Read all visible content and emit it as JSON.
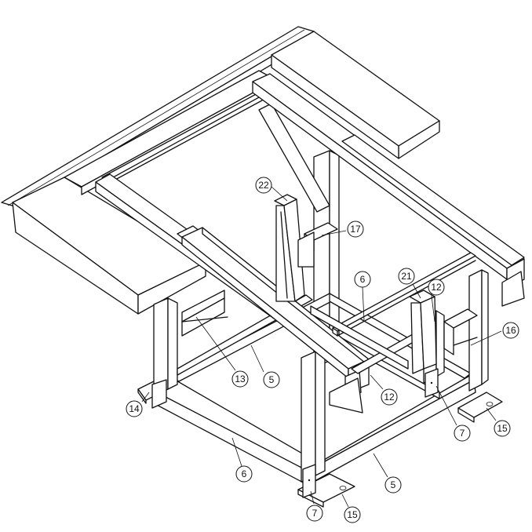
{
  "callouts": [
    {
      "id": "22",
      "label": "22"
    },
    {
      "id": "17",
      "label": "17"
    },
    {
      "id": "6a",
      "label": "6"
    },
    {
      "id": "21",
      "label": "21"
    },
    {
      "id": "12a",
      "label": "12"
    },
    {
      "id": "16",
      "label": "16"
    },
    {
      "id": "13",
      "label": "13"
    },
    {
      "id": "5a",
      "label": "5"
    },
    {
      "id": "12b",
      "label": "12"
    },
    {
      "id": "14",
      "label": "14"
    },
    {
      "id": "7a",
      "label": "7"
    },
    {
      "id": "15a",
      "label": "15"
    },
    {
      "id": "6b",
      "label": "6"
    },
    {
      "id": "5b",
      "label": "5"
    },
    {
      "id": "7b",
      "label": "7"
    },
    {
      "id": "15b",
      "label": "15"
    }
  ]
}
